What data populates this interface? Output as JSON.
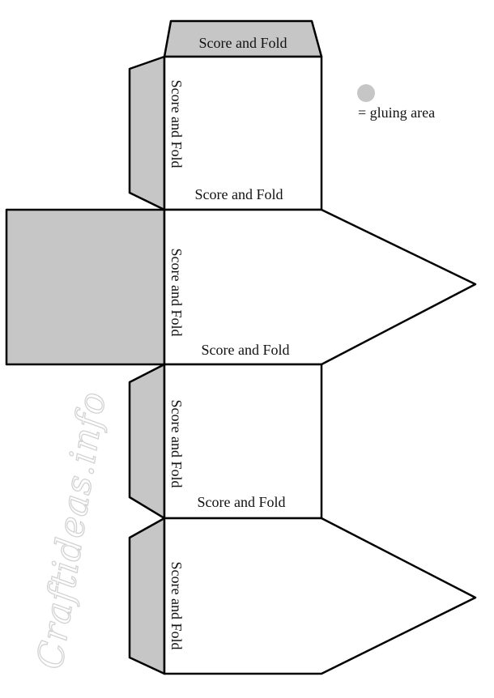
{
  "labels": {
    "top_flap": "Score and Fold",
    "panel1_side": "Score and Fold",
    "panel1_bottom": "Score and Fold",
    "panel2_side": "Score and Fold",
    "panel2_bottom": "Score and Fold",
    "panel3_side": "Score and Fold",
    "panel3_bottom": "Score and Fold",
    "panel4_side": "Score and Fold"
  },
  "legend": {
    "text": "= gluing area",
    "swatch_color": "#c6c6c6"
  },
  "watermark": "Craftideas.info",
  "colors": {
    "glue": "#c6c6c6",
    "outline": "#000000"
  }
}
